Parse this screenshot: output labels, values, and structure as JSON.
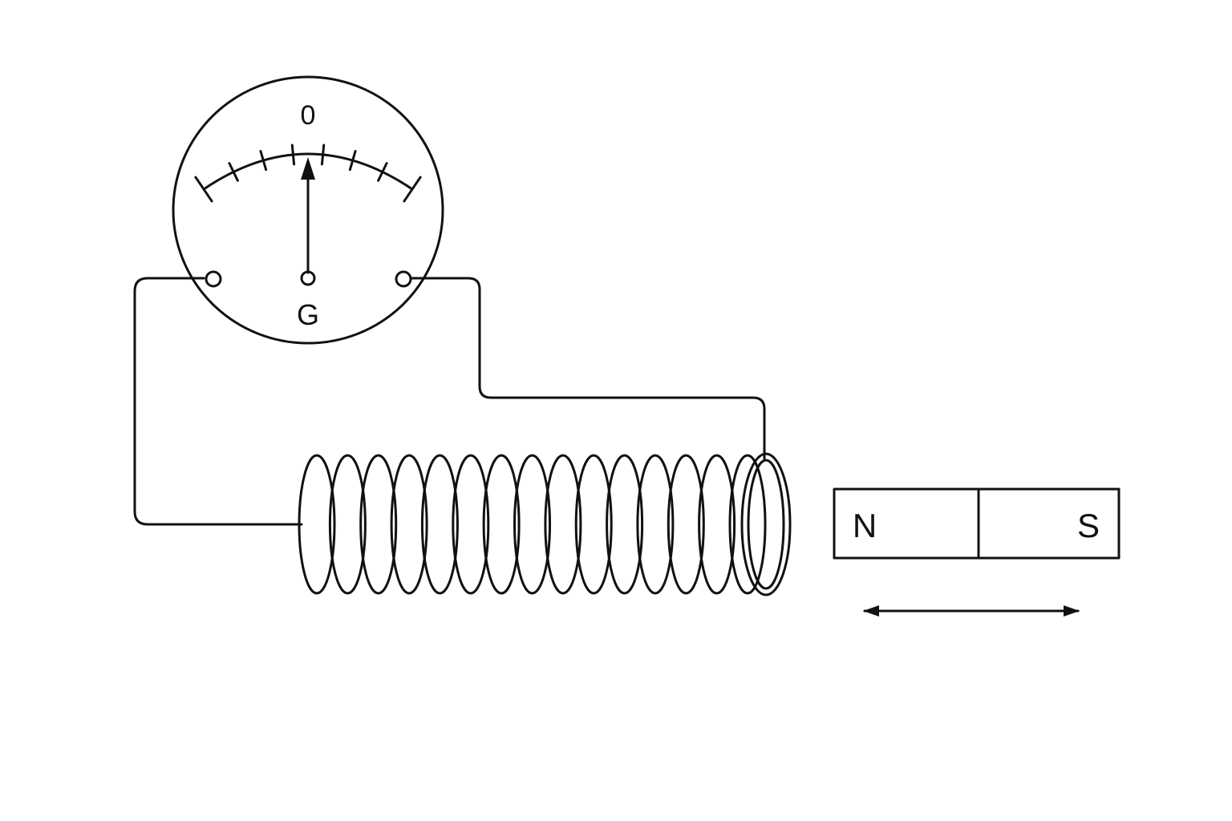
{
  "galvanometer": {
    "symbol": "G",
    "zero_label": "0",
    "needle_reading": 0,
    "scale_min": -5,
    "scale_max": 5
  },
  "coil": {
    "turns": 15
  },
  "magnet": {
    "north_label": "N",
    "south_label": "S"
  },
  "motion_arrow": {
    "direction": "both-ways"
  },
  "colors": {
    "line": "#111111",
    "background": "#ffffff"
  }
}
